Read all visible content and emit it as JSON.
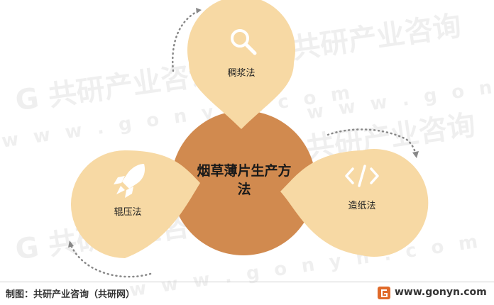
{
  "watermark": {
    "brand": "共研产业咨询",
    "url": "w w w . g o n y n . c o m"
  },
  "diagram": {
    "center": "烟草薄片生产方法",
    "methods": [
      {
        "label": "稠浆法",
        "icon": "search-icon"
      },
      {
        "label": "造纸法",
        "icon": "code-icon"
      },
      {
        "label": "辊压法",
        "icon": "rocket-icon"
      }
    ]
  },
  "colors": {
    "center": "#d18a4f",
    "petal": "#f7d9a4",
    "dots": "#888888",
    "logo": "#e06a2a"
  },
  "footer": {
    "source": "制图：共研产业咨询（共研网）",
    "url": "www.gonyn.com"
  }
}
